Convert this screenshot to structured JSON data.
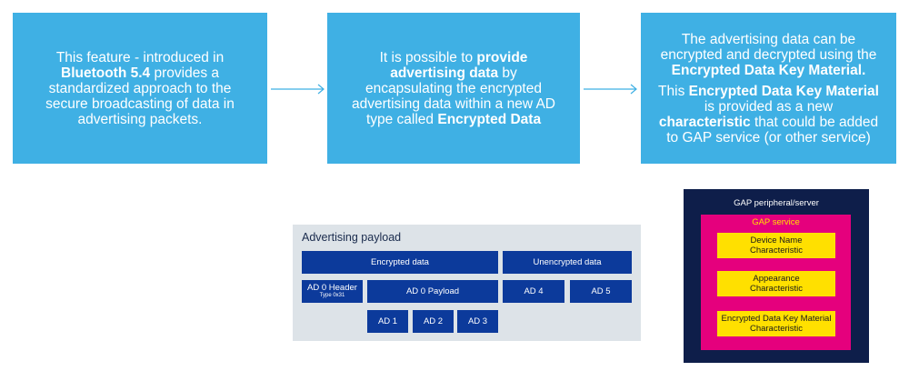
{
  "boxes": [
    {
      "p1_a": "This feature - introduced in ",
      "p1_b": "Bluetooth 5.4",
      "p1_c": " provides a standardized approach to the secure broadcasting of data in advertising packets."
    },
    {
      "p1_a": "It is possible to ",
      "p1_b": "provide advertising data",
      "p1_c": " by encapsulating the encrypted advertising data within a new AD type called ",
      "p1_d": "Encrypted Data"
    },
    {
      "p1_a": "The advertising data can be encrypted and decrypted using the ",
      "p1_b": "Encrypted Data Key Material.",
      "p2_a": "This ",
      "p2_b": "Encrypted Data Key Material",
      "p2_c": " is provided as a new ",
      "p2_d": "characteristic",
      "p2_e": " that could be added to GAP service (or other service)"
    }
  ],
  "payload": {
    "title": "Advertising payload",
    "encrypted": "Encrypted data",
    "unencrypted": "Unencrypted data",
    "ad0_header": "AD 0 Header",
    "ad0_header_sub": "Type 0x31",
    "ad0_payload": "AD 0 Payload",
    "ad4": "AD 4",
    "ad5": "AD 5",
    "ad1": "AD 1",
    "ad2": "AD 2",
    "ad3": "AD 3"
  },
  "gap": {
    "title": "GAP peripheral/server",
    "service": "GAP service",
    "ch1": "Device Name Characteristic",
    "ch2": "Appearance Characteristic",
    "ch3": "Encrypted Data Key Material Characteristic"
  },
  "colors": {
    "box": "#3fb0e4",
    "cell": "#0c3a9b",
    "gap_bg": "#0e1e4a",
    "service": "#e5007d",
    "characteristic": "#ffe000"
  }
}
